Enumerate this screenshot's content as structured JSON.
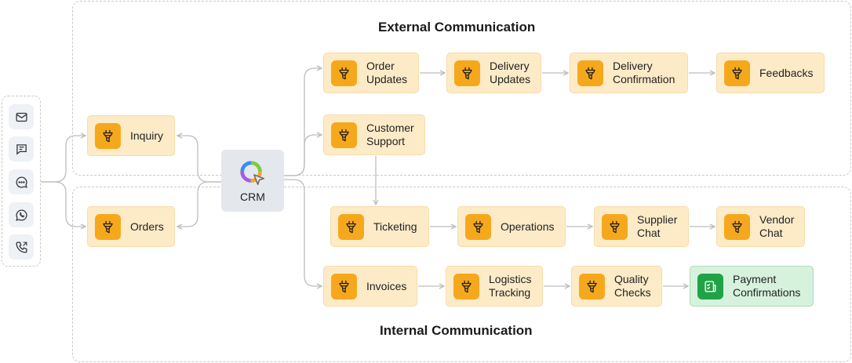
{
  "titles": {
    "external": "External Communication",
    "internal": "Internal Communication"
  },
  "channels": [
    {
      "icon": "mail-icon"
    },
    {
      "icon": "sms-icon"
    },
    {
      "icon": "chat-bubble-icon"
    },
    {
      "icon": "whatsapp-icon"
    },
    {
      "icon": "phone-icon"
    }
  ],
  "crm": {
    "label": "CRM"
  },
  "nodes": {
    "inquiry": "Inquiry",
    "orders": "Orders",
    "order_updates": "Order\nUpdates",
    "delivery_updates": "Delivery\nUpdates",
    "delivery_confirmation": "Delivery\nConfirmation",
    "feedbacks": "Feedbacks",
    "customer_support": "Customer\nSupport",
    "ticketing": "Ticketing",
    "operations": "Operations",
    "supplier_chat": "Supplier\nChat",
    "vendor_chat": "Vendor\nChat",
    "invoices": "Invoices",
    "logistics_tracking": "Logistics\nTracking",
    "quality_checks": "Quality\nChecks",
    "payment_confirmations": "Payment\nConfirmations"
  },
  "colors": {
    "node_fill": "#fdebc8",
    "node_icon": "#f6a81d",
    "final_fill": "#d6f2dc",
    "final_icon": "#1fa346",
    "wire": "#bdbdbd"
  }
}
